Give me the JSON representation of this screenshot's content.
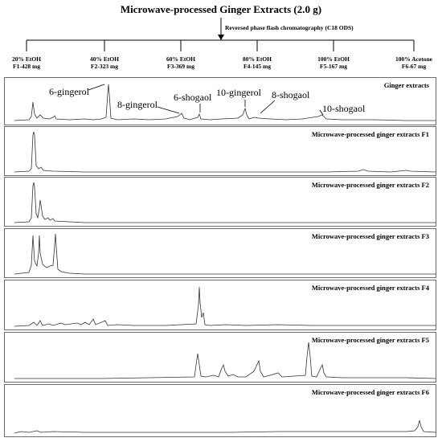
{
  "title": "Microwave-processed Ginger Extracts (2.0 g)",
  "method": "Reversed phase flash chromatography (C18 ODS)",
  "fractions": [
    {
      "solvent": "20% EtOH",
      "label": "F1-428 mg"
    },
    {
      "solvent": "40% EtOH",
      "label": "F2-323 mg"
    },
    {
      "solvent": "60% EtOH",
      "label": "F3-369 mg"
    },
    {
      "solvent": "80% EtOH",
      "label": "F4-145 mg"
    },
    {
      "solvent": "100% EtOH",
      "label": "F5-167 mg"
    },
    {
      "solvent": "100% Acetone",
      "label": "F6-67 mg"
    }
  ],
  "panels": [
    {
      "title": "Ginger extracts"
    },
    {
      "title": "Microwave-processed ginger extracts F1"
    },
    {
      "title": "Microwave-processed ginger extracts F2"
    },
    {
      "title": "Microwave-processed ginger extracts F3"
    },
    {
      "title": "Microwave-processed ginger extracts F4"
    },
    {
      "title": "Microwave-processed ginger extracts F5"
    },
    {
      "title": "Microwave-processed ginger extracts F6"
    }
  ],
  "peak_labels": [
    "6-gingerol",
    "8-gingerol",
    "6-shogaol",
    "10-gingerol",
    "8-shogaol",
    "10-shogaol"
  ],
  "colors": {
    "trace": "#333333",
    "frame": "#6b6b6b"
  }
}
